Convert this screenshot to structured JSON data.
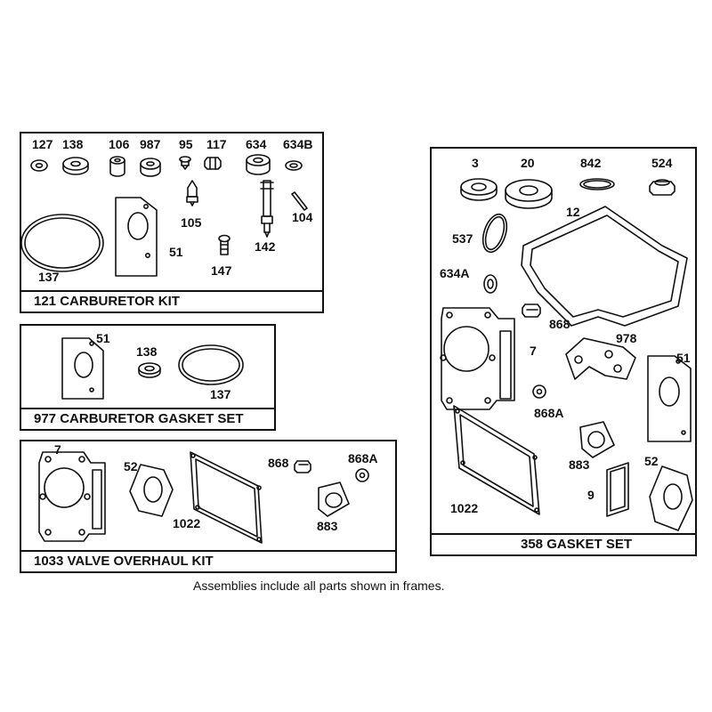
{
  "frames": {
    "carburetor_kit": {
      "title": "121 CARBURETOR KIT",
      "parts": [
        "127",
        "138",
        "106",
        "987",
        "95",
        "117",
        "634",
        "634B",
        "105",
        "104",
        "137",
        "51",
        "142",
        "147"
      ]
    },
    "carburetor_gasket_set": {
      "title": "977 CARBURETOR GASKET SET",
      "parts": [
        "51",
        "138",
        "137"
      ]
    },
    "valve_overhaul_kit": {
      "title": "1033 VALVE OVERHAUL KIT",
      "parts": [
        "7",
        "52",
        "868",
        "868A",
        "1022",
        "883"
      ]
    },
    "gasket_set": {
      "title": "358 GASKET SET",
      "parts": [
        "3",
        "20",
        "842",
        "524",
        "12",
        "537",
        "634A",
        "868",
        "978",
        "7",
        "51",
        "868A",
        "883",
        "52",
        "9",
        "1022"
      ]
    }
  },
  "footnote": "Assemblies include all parts shown in frames."
}
